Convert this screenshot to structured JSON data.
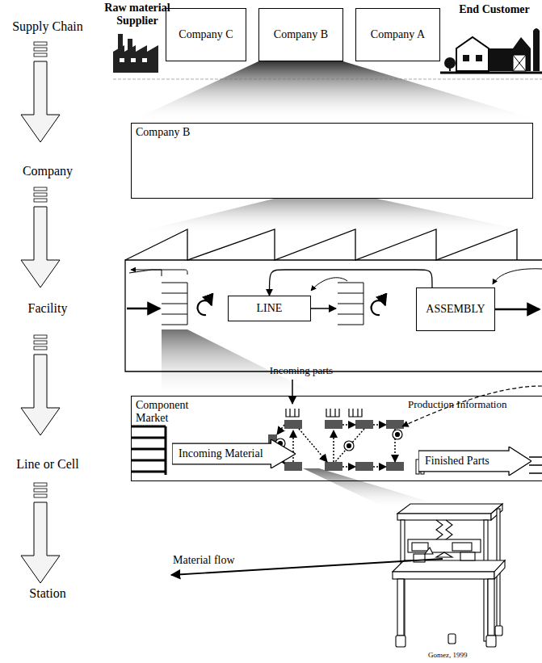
{
  "diagram": {
    "nodes": [
      {
        "text": [
          "Company C"
        ]
      },
      {
        "text": [
          "Company B"
        ]
      },
      {
        "text": [
          "Company A"
        ]
      },
      {
        "text": [
          "Company B"
        ]
      },
      {
        "text": [
          "LINE"
        ]
      },
      {
        "text": [
          "ASSEMBLY"
        ]
      },
      {
        "text": [
          "Component Market"
        ]
      },
      {
        "text": [
          "Incoming Material"
        ],
        "in": 6
      },
      {
        "text": [
          "Finished Parts"
        ],
        "in": 6
      }
    ],
    "edges": [
      {
        "from": 5,
        "to": 4,
        "arrow": "to"
      }
    ],
    "labels": [
      "Supply Chain",
      "Company",
      "Facility",
      "Line or Cell",
      "Station",
      "Raw material Supplier",
      "End Customer",
      "Incoming parts",
      "Production Information",
      "Material flow",
      "Gomez, 1999"
    ]
  }
}
